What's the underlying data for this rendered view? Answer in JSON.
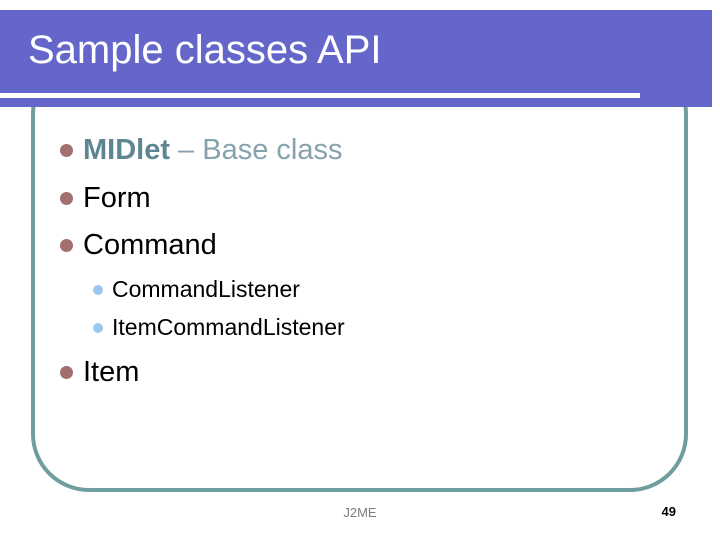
{
  "slide": {
    "title": "Sample classes API",
    "bullets": [
      {
        "level": 1,
        "highlight": "MIDlet",
        "rest": " – Base class"
      },
      {
        "level": 1,
        "text": "Form"
      },
      {
        "level": 1,
        "text": "Command"
      },
      {
        "level": 2,
        "text": "CommandListener"
      },
      {
        "level": 2,
        "text": "ItemCommandListener"
      },
      {
        "level": 1,
        "text": "Item"
      }
    ],
    "footer": {
      "center_text": "J2ME",
      "page_number": "49"
    },
    "colors": {
      "banner": "#6467C9",
      "frame_border": "#6E9E9D",
      "bullet_level1": "#A16F6F",
      "bullet_level2": "#9CC6EE",
      "highlight_text": "#5E8692",
      "highlight_rest": "#86A2AC"
    }
  }
}
